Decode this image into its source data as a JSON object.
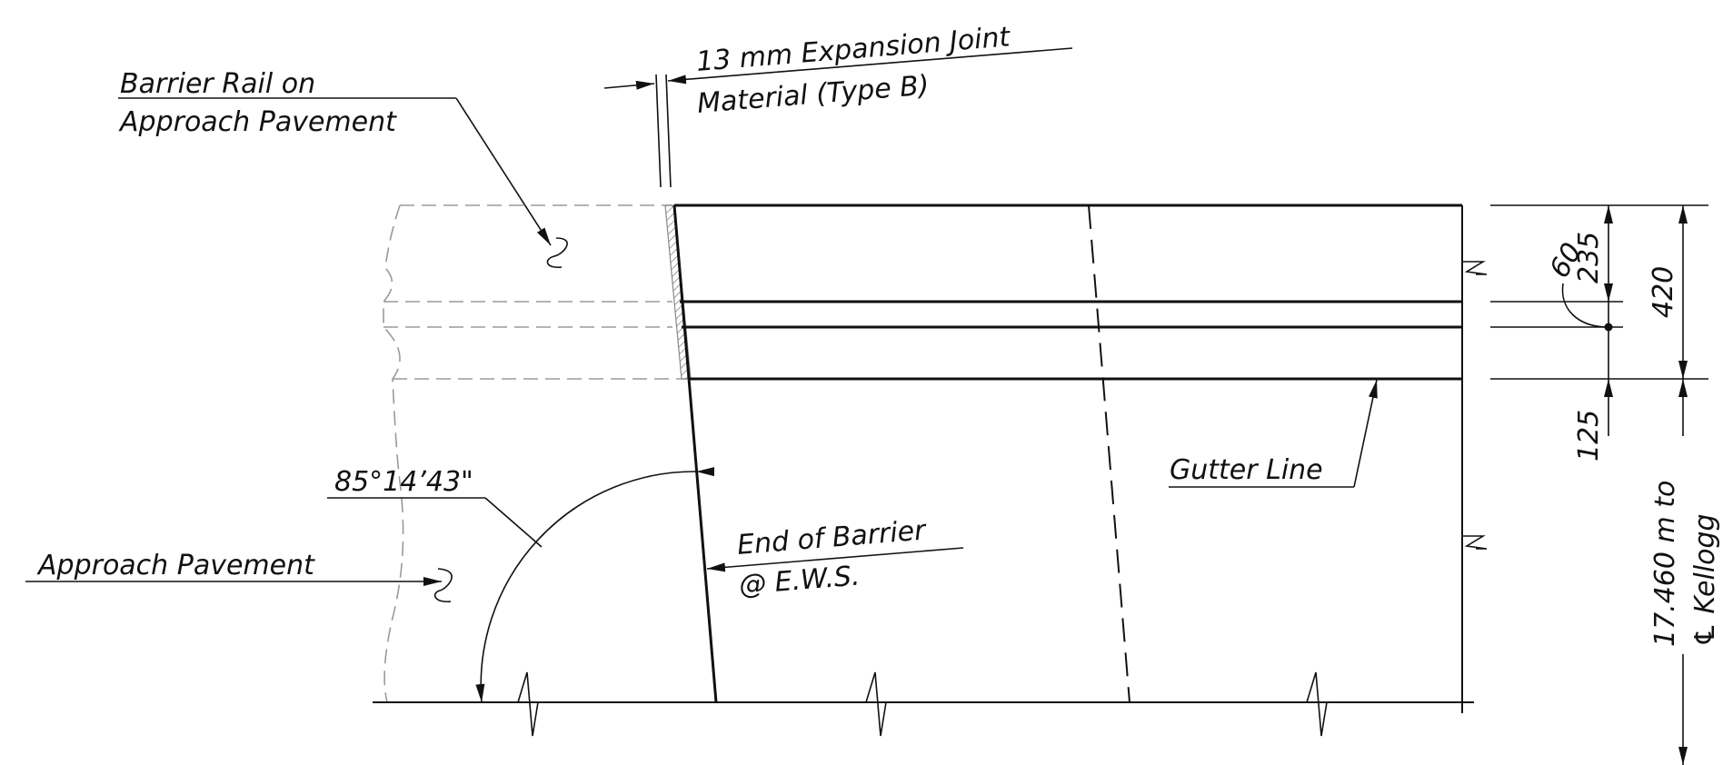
{
  "labels": {
    "expansion_joint_line1": "13 mm Expansion Joint",
    "expansion_joint_line2": "Material (Type B)",
    "barrier_rail_line1": "Barrier Rail on",
    "barrier_rail_line2": "Approach Pavement",
    "angle": "85°14’43\"",
    "approach_pavement": "Approach Pavement",
    "end_of_barrier_line1": "End of Barrier",
    "end_of_barrier_line2": "@ E.W.S.",
    "gutter_line": "Gutter Line",
    "kellogg_line1": "17.460 m to",
    "kellogg_line2": "℄ Kellogg"
  },
  "dimensions": {
    "d235": "235",
    "d60": "60",
    "d420": "420",
    "d125": "125"
  },
  "colors": {
    "line": "#111111",
    "hidden": "#9a9a9a"
  }
}
